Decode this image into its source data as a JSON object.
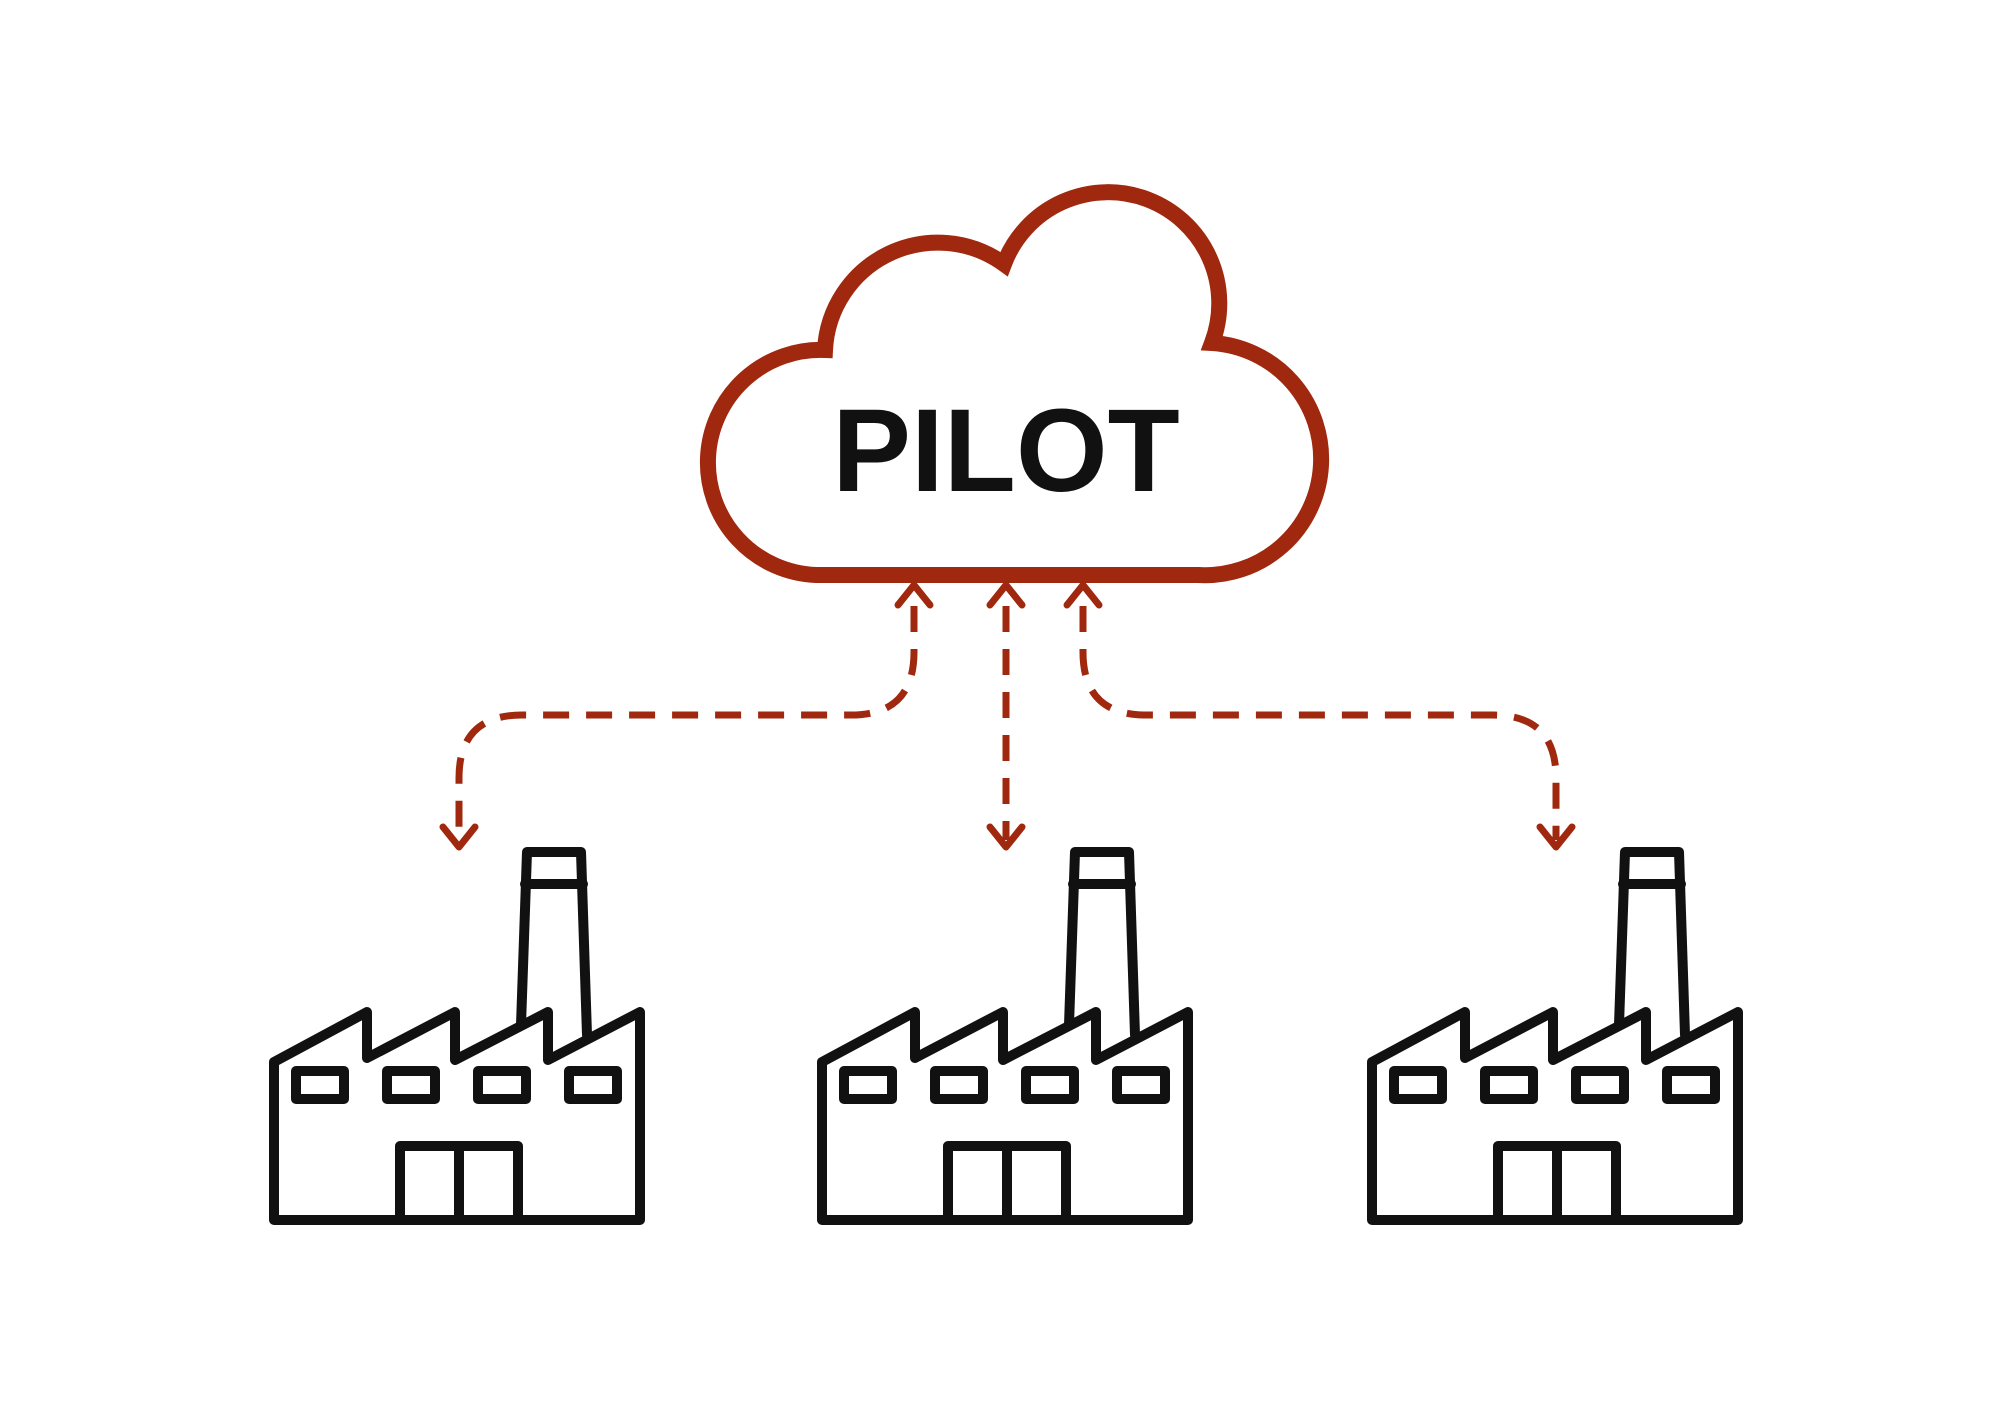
{
  "cloud": {
    "label": "PILOT",
    "icon": "cloud-icon"
  },
  "colors": {
    "accent": "#a0280f",
    "ink": "#111111",
    "background": "#ffffff"
  },
  "connections": [
    {
      "target": "factory-left",
      "style": "dashed",
      "direction": "bidirectional"
    },
    {
      "target": "factory-center",
      "style": "dashed",
      "direction": "bidirectional"
    },
    {
      "target": "factory-right",
      "style": "dashed",
      "direction": "bidirectional"
    }
  ],
  "factories": [
    {
      "icon": "factory-icon"
    },
    {
      "icon": "factory-icon"
    },
    {
      "icon": "factory-icon"
    }
  ]
}
